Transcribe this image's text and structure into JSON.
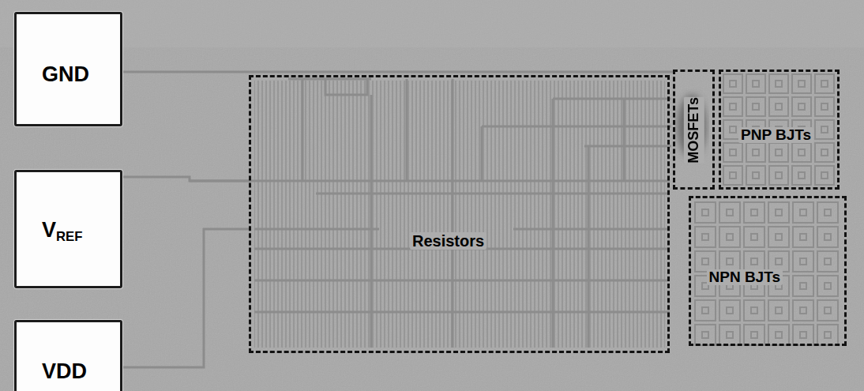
{
  "diagram": {
    "nodes": [
      {
        "text": [
          "GND"
        ]
      },
      {
        "text": [
          "VREF"
        ]
      },
      {
        "text": [
          "VDD"
        ]
      },
      {
        "text": [
          "Resistors"
        ]
      },
      {
        "text": [
          "MOSFETs"
        ]
      },
      {
        "text": [
          "PNP BJTs"
        ]
      },
      {
        "text": [
          "NPN BJTs"
        ]
      }
    ],
    "edges": [
      {
        "from": 0,
        "to": 4,
        "arrow": "none"
      },
      {
        "from": 1,
        "to": 3,
        "arrow": "none"
      },
      {
        "from": 2,
        "to": 3,
        "arrow": "none"
      }
    ]
  }
}
